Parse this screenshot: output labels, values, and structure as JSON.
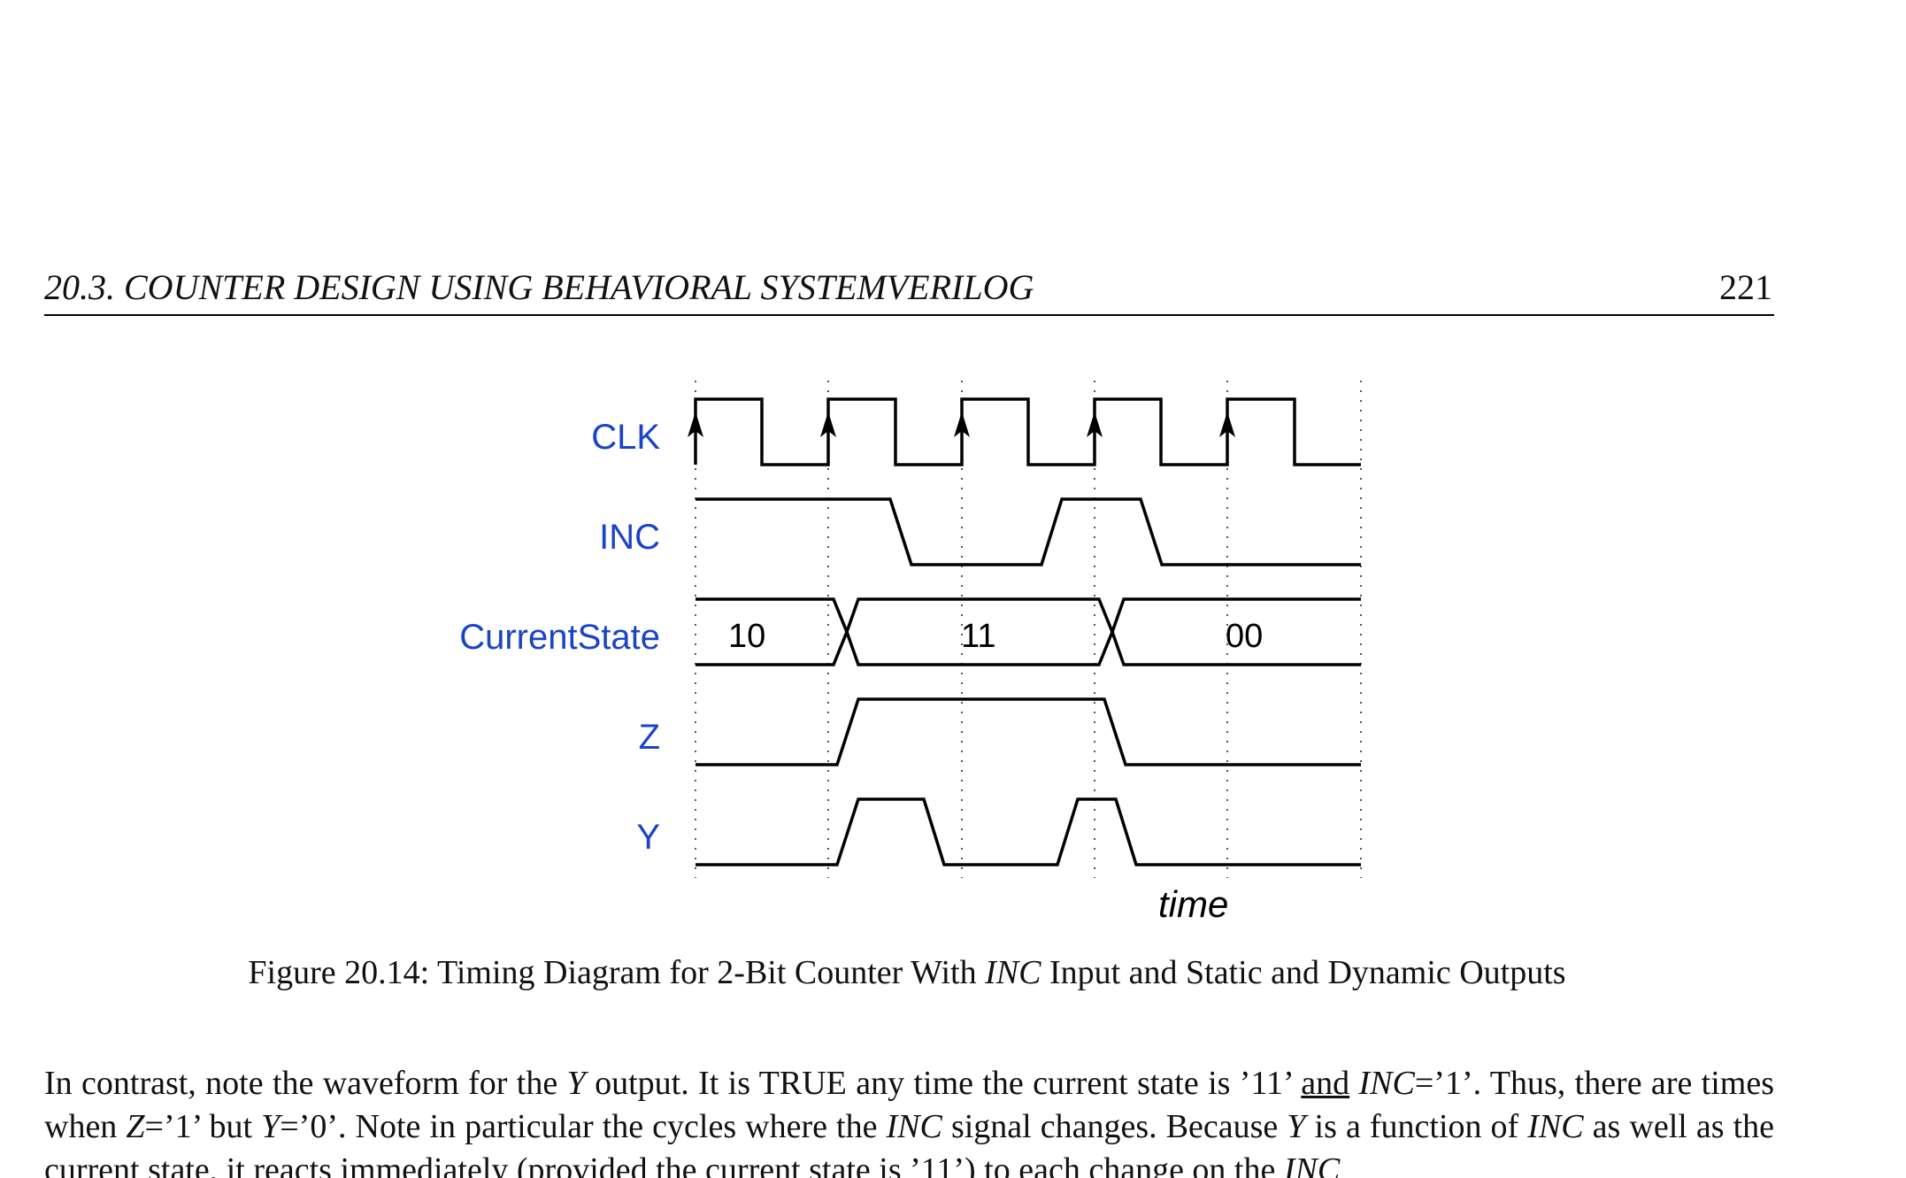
{
  "header": {
    "section": "20.3.  COUNTER DESIGN USING BEHAVIORAL SYSTEMVERILOG",
    "page_number": "221"
  },
  "diagram": {
    "signals": [
      {
        "name": "CLK"
      },
      {
        "name": "INC"
      },
      {
        "name": "CurrentState",
        "states": [
          "10",
          "11",
          "00"
        ]
      },
      {
        "name": "Z"
      },
      {
        "name": "Y"
      }
    ],
    "time_label": "time",
    "colors": {
      "signal_label": "#1a44c8",
      "waveform": "#000000",
      "gridline": "#555555"
    }
  },
  "caption": {
    "prefix": "Figure 20.14: Timing Diagram for 2-Bit Counter With ",
    "inc": "INC",
    "suffix": " Input and Static and Dynamic Outputs"
  },
  "paragraph": {
    "s1": "In contrast, note the waveform for the ",
    "y1": "Y",
    "s2": " output. It is TRUE any time the current state is ’11’ ",
    "and_word": "and",
    "s3": " ",
    "inc1": "INC",
    "s4": "=’1’. Thus, there are times when ",
    "z1": "Z",
    "s5": "=’1’ but ",
    "y2": "Y",
    "s6": "=’0’. Note in particular the cycles where the ",
    "inc2": "INC",
    "s7": " signal changes. Because ",
    "y3": "Y",
    "s8": " is a function of ",
    "inc3": "INC",
    "s9": " as well as the current state, it reacts immediately (provided the current state is ’11’) to each change on the ",
    "inc4": "INC"
  }
}
